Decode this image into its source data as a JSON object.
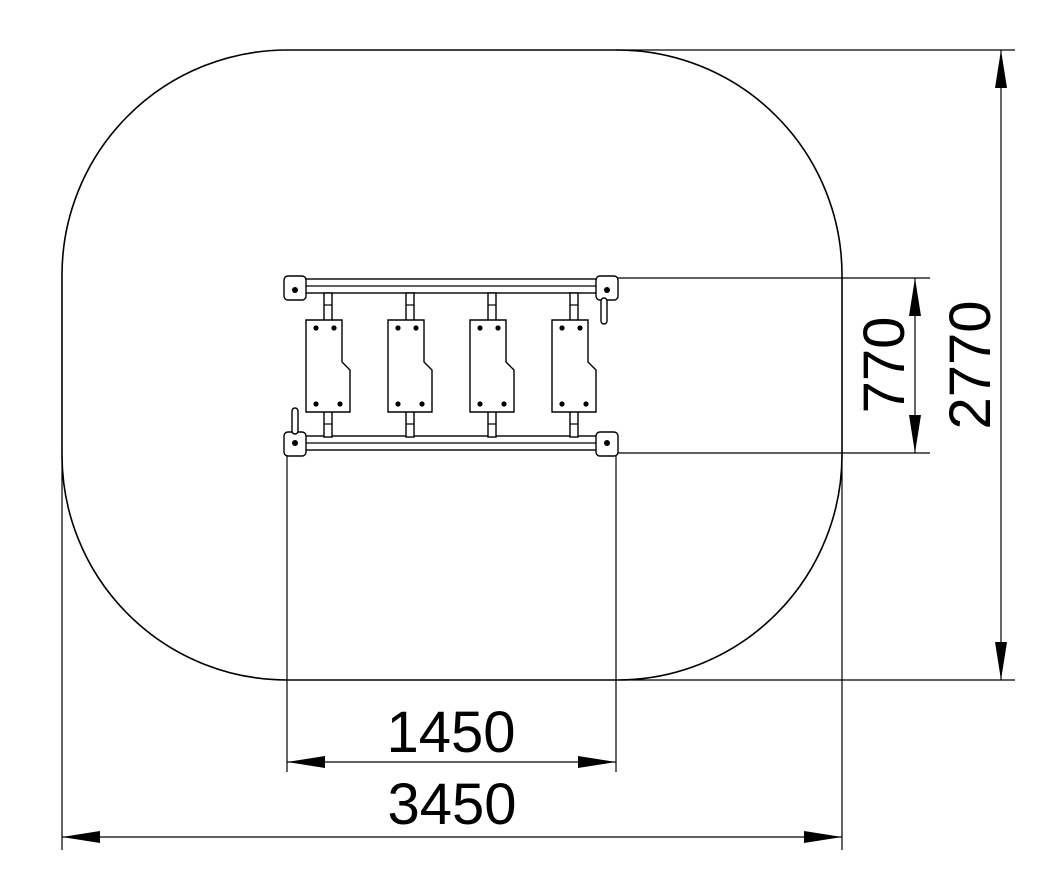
{
  "dimensions": {
    "overall_width": "3450",
    "overall_depth": "2770",
    "equipment_width": "1450",
    "equipment_depth": "770"
  },
  "colors": {
    "line": "#000000",
    "background": "#ffffff"
  },
  "equipment": {
    "step_count": 4
  }
}
